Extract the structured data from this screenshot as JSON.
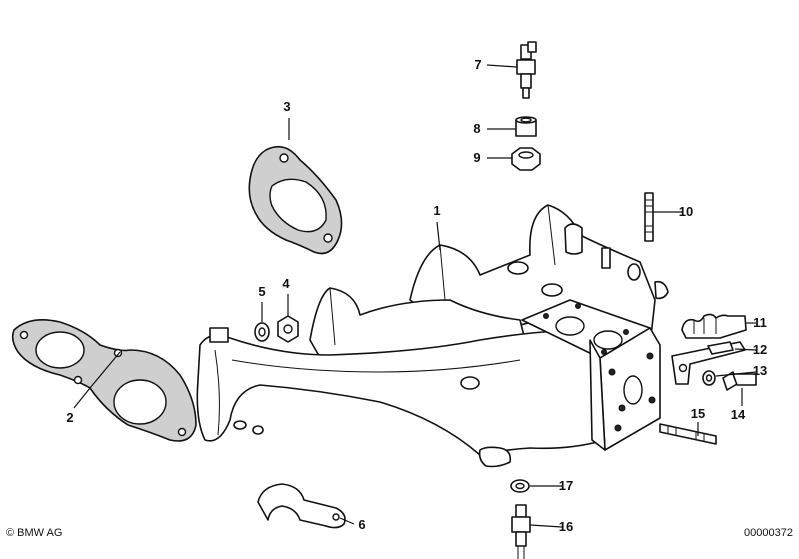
{
  "copyright": "© BMW AG",
  "diagram_number": "00000372",
  "callouts": [
    {
      "number": "1",
      "part": "intake-manifold"
    },
    {
      "number": "2",
      "part": "gasket-double"
    },
    {
      "number": "3",
      "part": "gasket-single"
    },
    {
      "number": "4",
      "part": "nut"
    },
    {
      "number": "5",
      "part": "washer"
    },
    {
      "number": "6",
      "part": "clamp"
    },
    {
      "number": "7",
      "part": "temperature-sensor"
    },
    {
      "number": "8",
      "part": "reducer-fitting"
    },
    {
      "number": "9",
      "part": "hex-fitting"
    },
    {
      "number": "10",
      "part": "stud-bolt"
    },
    {
      "number": "11",
      "part": "cable-holder"
    },
    {
      "number": "12",
      "part": "bracket"
    },
    {
      "number": "13",
      "part": "washer"
    },
    {
      "number": "14",
      "part": "hex-bolt"
    },
    {
      "number": "15",
      "part": "stud-bolt"
    },
    {
      "number": "16",
      "part": "temperature-sensor"
    },
    {
      "number": "17",
      "part": "seal-ring"
    }
  ]
}
